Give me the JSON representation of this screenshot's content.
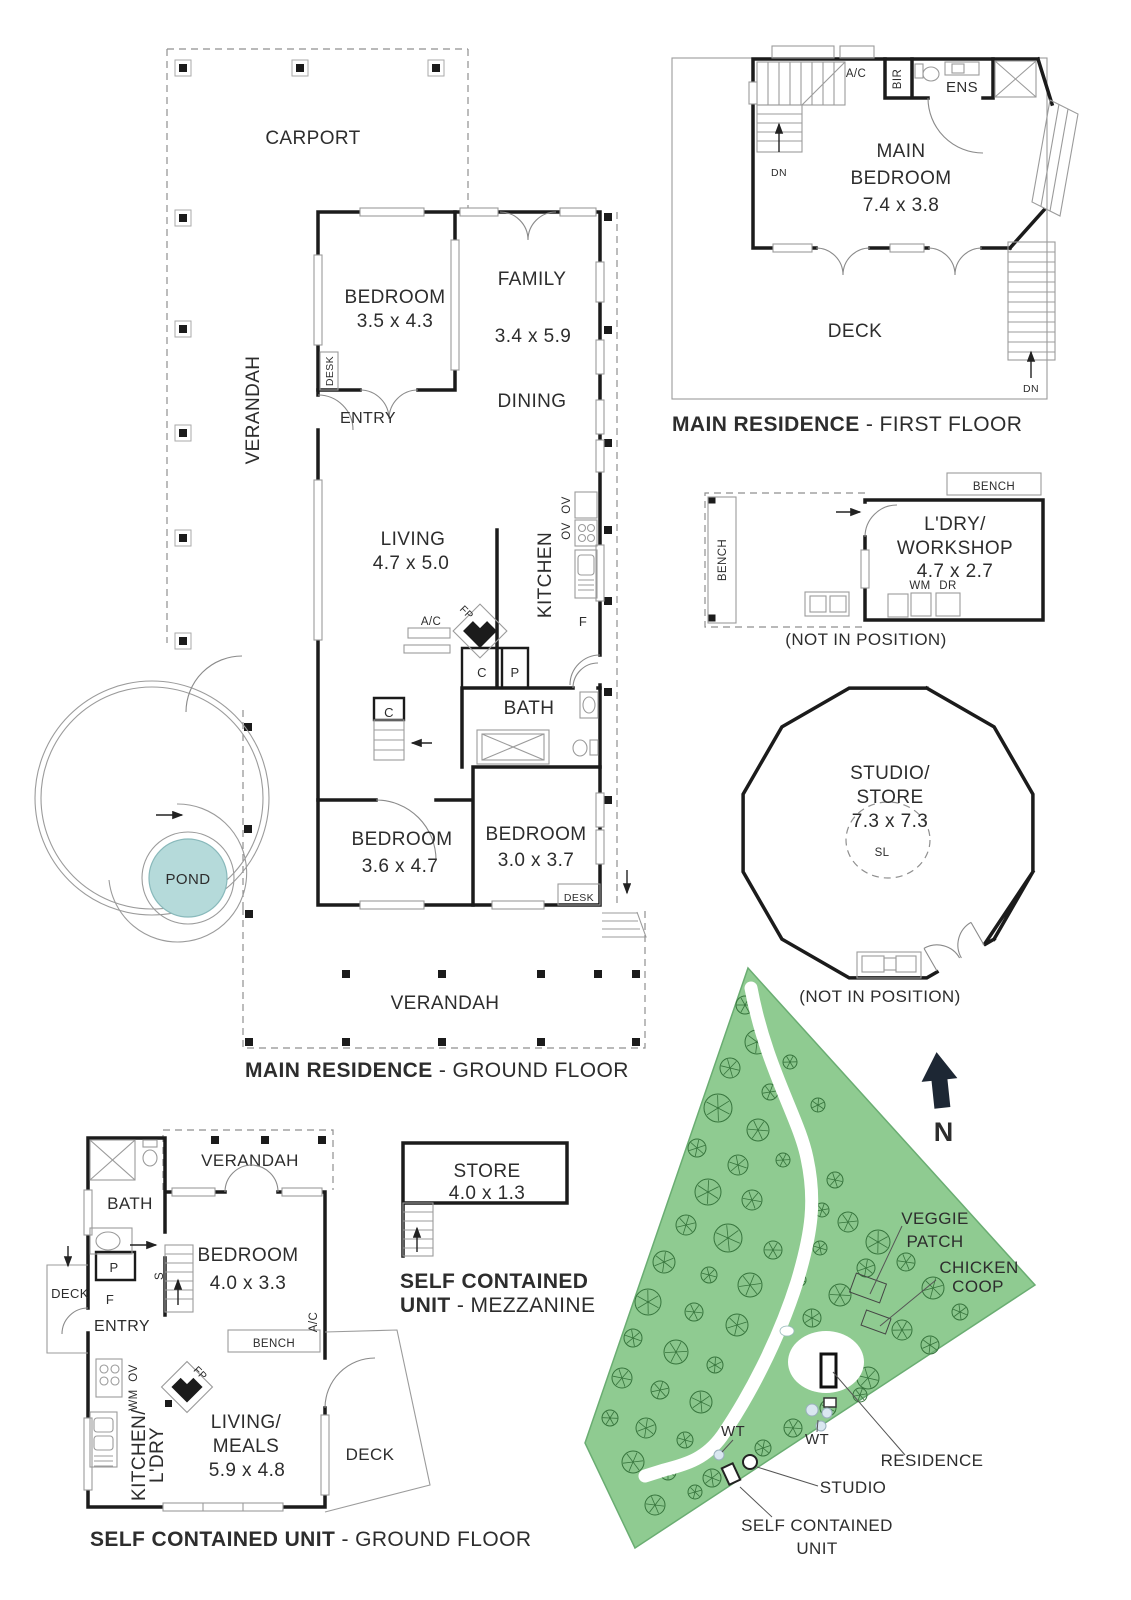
{
  "colors": {
    "wall": "#1b1b1b",
    "pond_fill": "#b5dada",
    "pond_stroke": "#89b9bb",
    "site_green": "#8fcb91",
    "site_green_edge": "#6aad72",
    "tree_stroke": "#36743c",
    "north_arrow": "#1d2734",
    "tank_fill": "#d9e7f0"
  },
  "sections": {
    "ground": {
      "caption_bold": "MAIN RESIDENCE",
      "caption_tail": " - GROUND FLOOR",
      "carport": "CARPORT",
      "verandah_left": "VERANDAH",
      "verandah_bottom": "VERANDAH",
      "bedroom1_name": "BEDROOM",
      "bedroom1_size": "3.5 x 4.3",
      "family_name": "FAMILY",
      "family_size": "3.4 x 5.9",
      "dining": "DINING",
      "entry": "ENTRY",
      "desk_entry": "DESK",
      "living_name": "LIVING",
      "living_size": "4.7 x 5.0",
      "kitchen": "KITCHEN",
      "ov_top": "OV",
      "ov_bottom": "OV",
      "fridge": "F",
      "ac": "A/C",
      "fp": "FP",
      "cupboard1": "C",
      "pantry": "P",
      "cupboard2": "C",
      "bath": "BATH",
      "bedroom2_name": "BEDROOM",
      "bedroom2_size": "3.6 x 4.7",
      "bedroom3_name": "BEDROOM",
      "bedroom3_size": "3.0 x 3.7",
      "desk_bed3": "DESK",
      "pond": "POND"
    },
    "first": {
      "caption_bold": "MAIN RESIDENCE",
      "caption_tail": " - FIRST FLOOR",
      "ac": "A/C",
      "bir": "BIR",
      "ens": "ENS",
      "main_bedroom_l1": "MAIN",
      "main_bedroom_l2": "BEDROOM",
      "main_bedroom_size": "7.4 x 3.8",
      "deck": "DECK",
      "dn1": "DN",
      "dn2": "DN"
    },
    "workshop": {
      "bench_top": "BENCH",
      "bench_left": "BENCH",
      "name_l1": "L'DRY/",
      "name_l2": "WORKSHOP",
      "size": "4.7 x 2.7",
      "wm": "WM",
      "dr": "DR",
      "caption": "(NOT IN POSITION)"
    },
    "studio": {
      "name_l1": "STUDIO/",
      "name_l2": "STORE",
      "size": "7.3 x 7.3",
      "sl": "SL",
      "caption": "(NOT IN POSITION)"
    },
    "unit": {
      "caption_bold": "SELF CONTAINED UNIT",
      "caption_tail": " - GROUND FLOOR",
      "verandah": "VERANDAH",
      "bath": "BATH",
      "bedroom_name": "BEDROOM",
      "bedroom_size": "4.0 x 3.3",
      "p": "P",
      "f": "F",
      "s": "S",
      "deck_left": "DECK",
      "entry": "ENTRY",
      "ac": "A/C",
      "bench": "BENCH",
      "kitchen_l1": "KITCHEN/",
      "kitchen_l2": "L'DRY",
      "ov": "OV",
      "wm": "WM",
      "fp": "FP",
      "living_l1": "LIVING/",
      "living_l2": "MEALS",
      "living_size": "5.9 x 4.8",
      "deck_right": "DECK"
    },
    "mezzanine": {
      "store_name": "STORE",
      "store_size": "4.0 x 1.3",
      "caption_bold_l1": "SELF CONTAINED",
      "caption_bold_l2": "UNIT",
      "caption_tail_l2": " - MEZZANINE"
    },
    "site": {
      "veggie_l1": "VEGGIE",
      "veggie_l2": "PATCH",
      "chicken_l1": "CHICKEN",
      "chicken_l2": "COOP",
      "north": "N",
      "wt1": "WT",
      "wt2": "WT",
      "residence": "RESIDENCE",
      "studio": "STUDIO",
      "scu_l1": "SELF CONTAINED",
      "scu_l2": "UNIT"
    }
  }
}
